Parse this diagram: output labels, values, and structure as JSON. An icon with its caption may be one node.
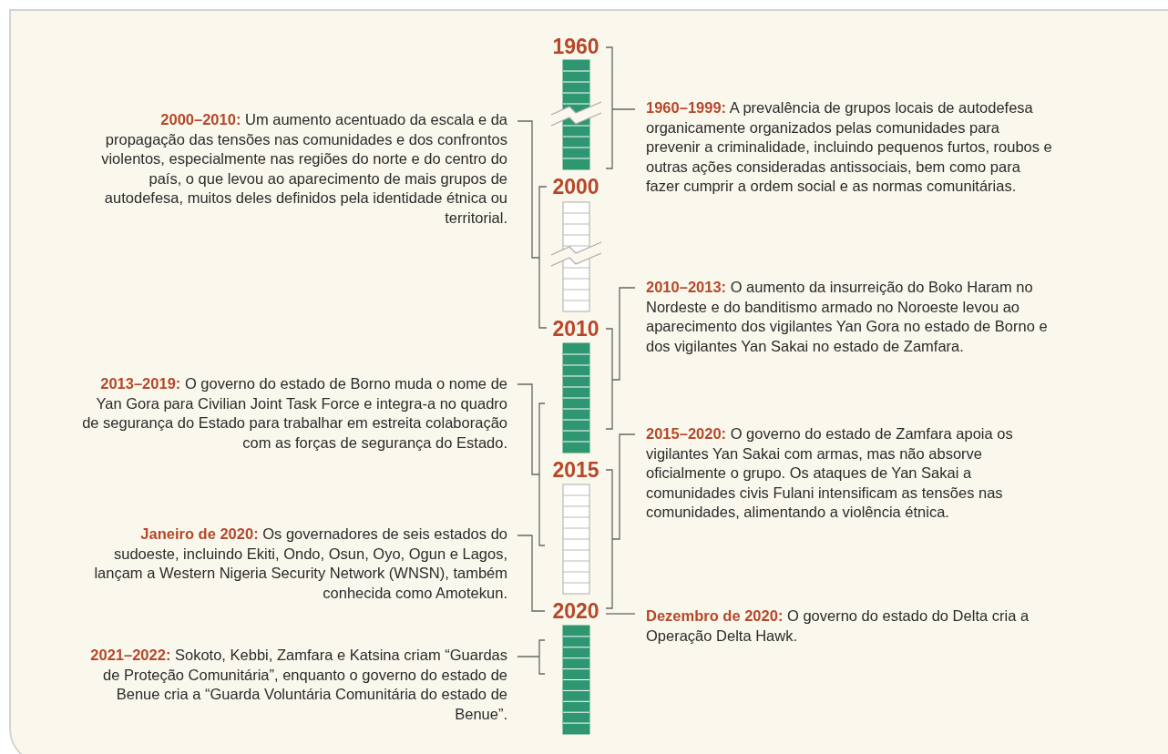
{
  "diagram": {
    "labels": [
      "1960",
      "**1960–1999:** A prevalência de grupos locais de autodefesa organicamente organizados pelas comunidades para prevenir a criminalidade, incluindo pequenos furtos, roubos e outras ações consideradas antissociais, bem como para fazer cumprir a ordem social e as normas comunitárias.",
      "**2000–2010:** Um aumento acentuado da escala e da propagação das tensões nas comunidades e dos confrontos violentos, especialmente nas regiões do norte e do centro do país, o que levou ao aparecimento de mais grupos de autodefesa, muitos deles definidos pela identidade étnica ou territorial.",
      "2000",
      "**2010–2013:** O aumento da insurreição do Boko Haram no Nordeste e do banditismo armado no Noroeste levou ao aparecimento dos vigilantes Yan Gora no estado de Borno e dos vigilantes Yan Sakai no estado de Zamfara.",
      "2010",
      "**2013–2019:** O governo do estado de Borno muda o nome de Yan Gora para Civilian Joint Task Force e integra-a no quadro de segurança do Estado para trabalhar em estreita colaboração com as forças de segurança do Estado.",
      "**2015–2020:** O governo do estado de Zamfara apoia os vigilantes Yan Sakai com armas, mas não absorve oficialmente o grupo. Os ataques de Yan Sakai a comunidades civis Fulani intensificam as tensões nas comunidades, alimentando a violência étnica.",
      "2015",
      "**Janeiro de 2020:** Os governadores de seis estados do sudoeste, incluindo Ekiti, Ondo, Osun, Oyo, Ogun e Lagos, lançam a Western Nigeria Security Network (WNSN), também conhecida como Amotekun.",
      "2020",
      "**Dezembro de 2020:** O governo do estado do Delta cria a Operação Delta Hawk.",
      "**2021–2022:** Sokoto, Kebbi, Zamfara e Katsina criam “Guardas de Proteção Comunitária”, enquanto o governo do estado de Benue cria a “Guarda Voluntária Comunitária do estado de Benue”."
    ]
  }
}
